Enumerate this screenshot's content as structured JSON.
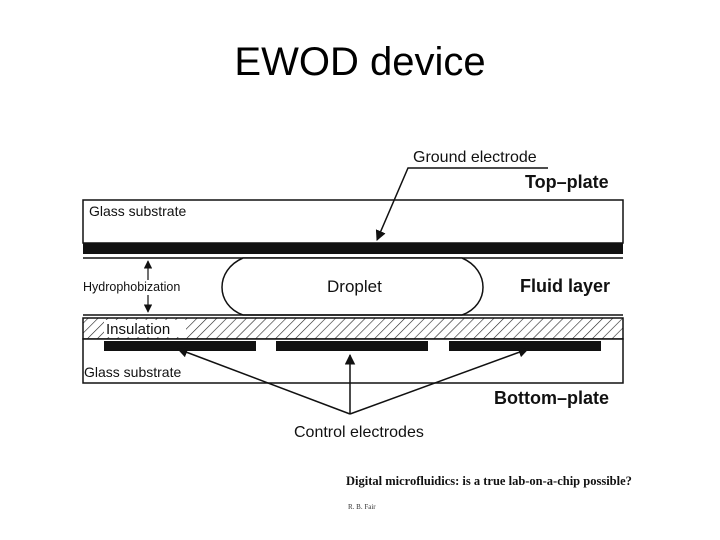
{
  "slide": {
    "title": "EWOD device"
  },
  "diagram": {
    "labels": {
      "ground_electrode": "Ground electrode",
      "top_plate": "Top–plate",
      "glass_substrate_top": "Glass substrate",
      "hydrophobization": "Hydrophobization",
      "droplet": "Droplet",
      "fluid_layer": "Fluid layer",
      "insulation": "Insulation",
      "glass_substrate_bottom": "Glass substrate",
      "bottom_plate": "Bottom–plate",
      "control_electrodes": "Control electrodes"
    }
  },
  "citation": {
    "title": "Digital microfluidics: is a true lab-on-a-chip possible?",
    "author": "R. B. Fair"
  },
  "colors": {
    "line": "#111111",
    "background": "#ffffff"
  }
}
